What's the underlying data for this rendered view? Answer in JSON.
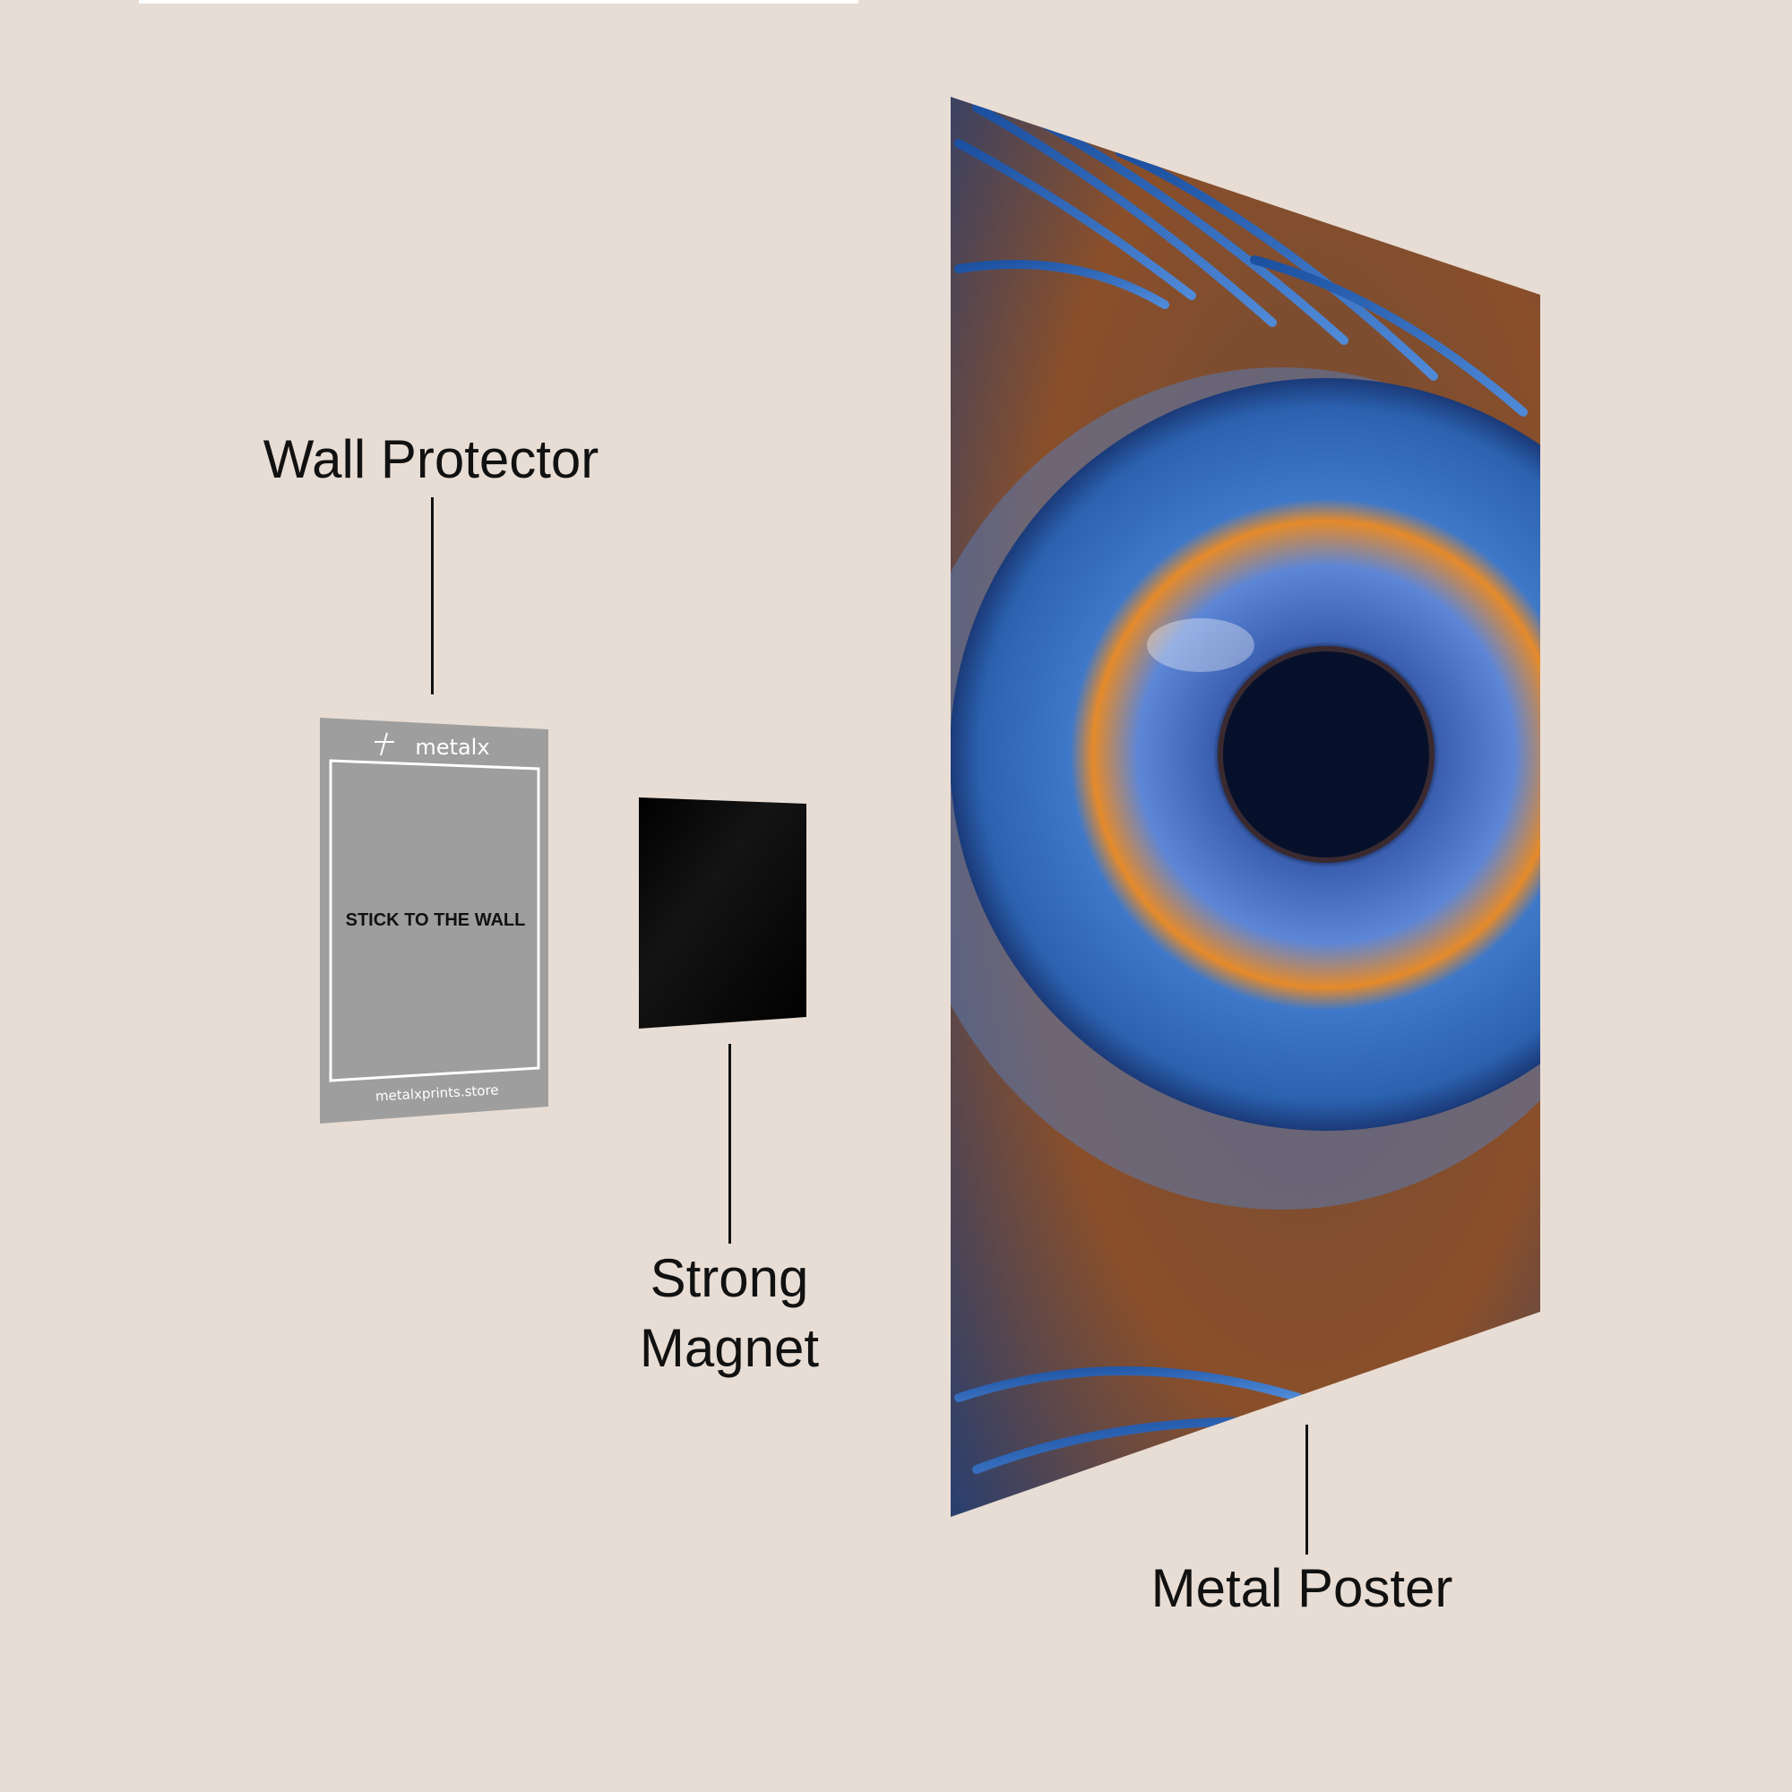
{
  "labels": {
    "wall_protector": "Wall Protector",
    "strong_magnet_line1": "Strong",
    "strong_magnet_line2": "Magnet",
    "metal_poster": "Metal Poster"
  },
  "wall_protector_card": {
    "brand": "metalx",
    "instruction": "STICK TO THE WALL",
    "website": "metalxprints.store"
  },
  "colors": {
    "background": "#e8ddd4",
    "protector": "#9e9e9e",
    "magnet": "#050505",
    "text": "#111111"
  }
}
